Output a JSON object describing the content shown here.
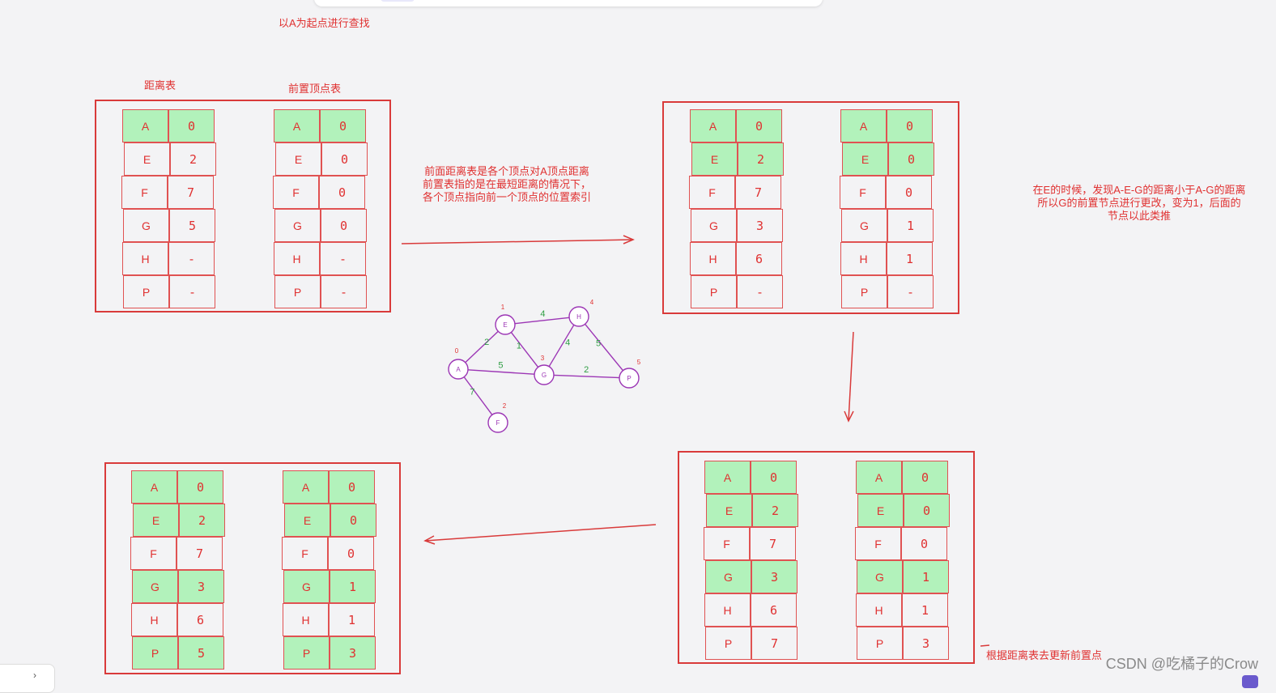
{
  "notes": {
    "start": "以A为起点进行查找",
    "dist_title": "距离表",
    "prev_title": "前置顶点表",
    "explain": "前面距离表是各个顶点对A顶点距离\n前置表指的是在最短距离的情况下，\n各个顶点指向前一个顶点的位置索引",
    "update_e": "在E的时候，发现A-E-G的距离小于A-G的距离\n所以G的前置节点进行更改，变为1，后面的\n节点以此类推",
    "update_rule": "根据距离表去更新前置点"
  },
  "panels": [
    {
      "distance": [
        {
          "v": "A",
          "d": "0",
          "hl": true
        },
        {
          "v": "E",
          "d": "2",
          "hl": false
        },
        {
          "v": "F",
          "d": "7",
          "hl": false
        },
        {
          "v": "G",
          "d": "5",
          "hl": false
        },
        {
          "v": "H",
          "d": "-",
          "hl": false
        },
        {
          "v": "P",
          "d": "-",
          "hl": false
        }
      ],
      "prev": [
        {
          "v": "A",
          "d": "0",
          "hl": true
        },
        {
          "v": "E",
          "d": "0",
          "hl": false
        },
        {
          "v": "F",
          "d": "0",
          "hl": false
        },
        {
          "v": "G",
          "d": "0",
          "hl": false
        },
        {
          "v": "H",
          "d": "-",
          "hl": false
        },
        {
          "v": "P",
          "d": "-",
          "hl": false
        }
      ]
    },
    {
      "distance": [
        {
          "v": "A",
          "d": "0",
          "hl": true
        },
        {
          "v": "E",
          "d": "2",
          "hl": true
        },
        {
          "v": "F",
          "d": "7",
          "hl": false
        },
        {
          "v": "G",
          "d": "3",
          "hl": false
        },
        {
          "v": "H",
          "d": "6",
          "hl": false
        },
        {
          "v": "P",
          "d": "-",
          "hl": false
        }
      ],
      "prev": [
        {
          "v": "A",
          "d": "0",
          "hl": true
        },
        {
          "v": "E",
          "d": "0",
          "hl": true
        },
        {
          "v": "F",
          "d": "0",
          "hl": false
        },
        {
          "v": "G",
          "d": "1",
          "hl": false
        },
        {
          "v": "H",
          "d": "1",
          "hl": false
        },
        {
          "v": "P",
          "d": "-",
          "hl": false
        }
      ]
    },
    {
      "distance": [
        {
          "v": "A",
          "d": "0",
          "hl": true
        },
        {
          "v": "E",
          "d": "2",
          "hl": true
        },
        {
          "v": "F",
          "d": "7",
          "hl": false
        },
        {
          "v": "G",
          "d": "3",
          "hl": true
        },
        {
          "v": "H",
          "d": "6",
          "hl": false
        },
        {
          "v": "P",
          "d": "7",
          "hl": false
        }
      ],
      "prev": [
        {
          "v": "A",
          "d": "0",
          "hl": true
        },
        {
          "v": "E",
          "d": "0",
          "hl": true
        },
        {
          "v": "F",
          "d": "0",
          "hl": false
        },
        {
          "v": "G",
          "d": "1",
          "hl": true
        },
        {
          "v": "H",
          "d": "1",
          "hl": false
        },
        {
          "v": "P",
          "d": "3",
          "hl": false
        }
      ]
    },
    {
      "distance": [
        {
          "v": "A",
          "d": "0",
          "hl": true
        },
        {
          "v": "E",
          "d": "2",
          "hl": true
        },
        {
          "v": "F",
          "d": "7",
          "hl": false
        },
        {
          "v": "G",
          "d": "3",
          "hl": true
        },
        {
          "v": "H",
          "d": "6",
          "hl": false
        },
        {
          "v": "P",
          "d": "5",
          "hl": true
        }
      ],
      "prev": [
        {
          "v": "A",
          "d": "0",
          "hl": true
        },
        {
          "v": "E",
          "d": "0",
          "hl": true
        },
        {
          "v": "F",
          "d": "0",
          "hl": false
        },
        {
          "v": "G",
          "d": "1",
          "hl": true
        },
        {
          "v": "H",
          "d": "1",
          "hl": false
        },
        {
          "v": "P",
          "d": "3",
          "hl": true
        }
      ]
    }
  ],
  "graph": {
    "nodes": [
      {
        "id": "A",
        "label": "A",
        "index": "0"
      },
      {
        "id": "E",
        "label": "E",
        "index": "1"
      },
      {
        "id": "F",
        "label": "F",
        "index": "2"
      },
      {
        "id": "G",
        "label": "G",
        "index": "3"
      },
      {
        "id": "H",
        "label": "H",
        "index": "4"
      },
      {
        "id": "P",
        "label": "P",
        "index": "5"
      }
    ],
    "edges": [
      {
        "from": "A",
        "to": "E",
        "w": "2"
      },
      {
        "from": "A",
        "to": "G",
        "w": "5"
      },
      {
        "from": "A",
        "to": "F",
        "w": "7"
      },
      {
        "from": "E",
        "to": "H",
        "w": "4"
      },
      {
        "from": "E",
        "to": "G",
        "w": "1"
      },
      {
        "from": "G",
        "to": "H",
        "w": "4"
      },
      {
        "from": "H",
        "to": "P",
        "w": "5"
      },
      {
        "from": "G",
        "to": "P",
        "w": "2"
      }
    ]
  },
  "watermark": "CSDN @吃橘子的Crow",
  "colors": {
    "ink": "#e03131",
    "highlight": "#b2f2bb",
    "graph_node": "#9c36b5",
    "graph_weight": "#2f9e44"
  }
}
